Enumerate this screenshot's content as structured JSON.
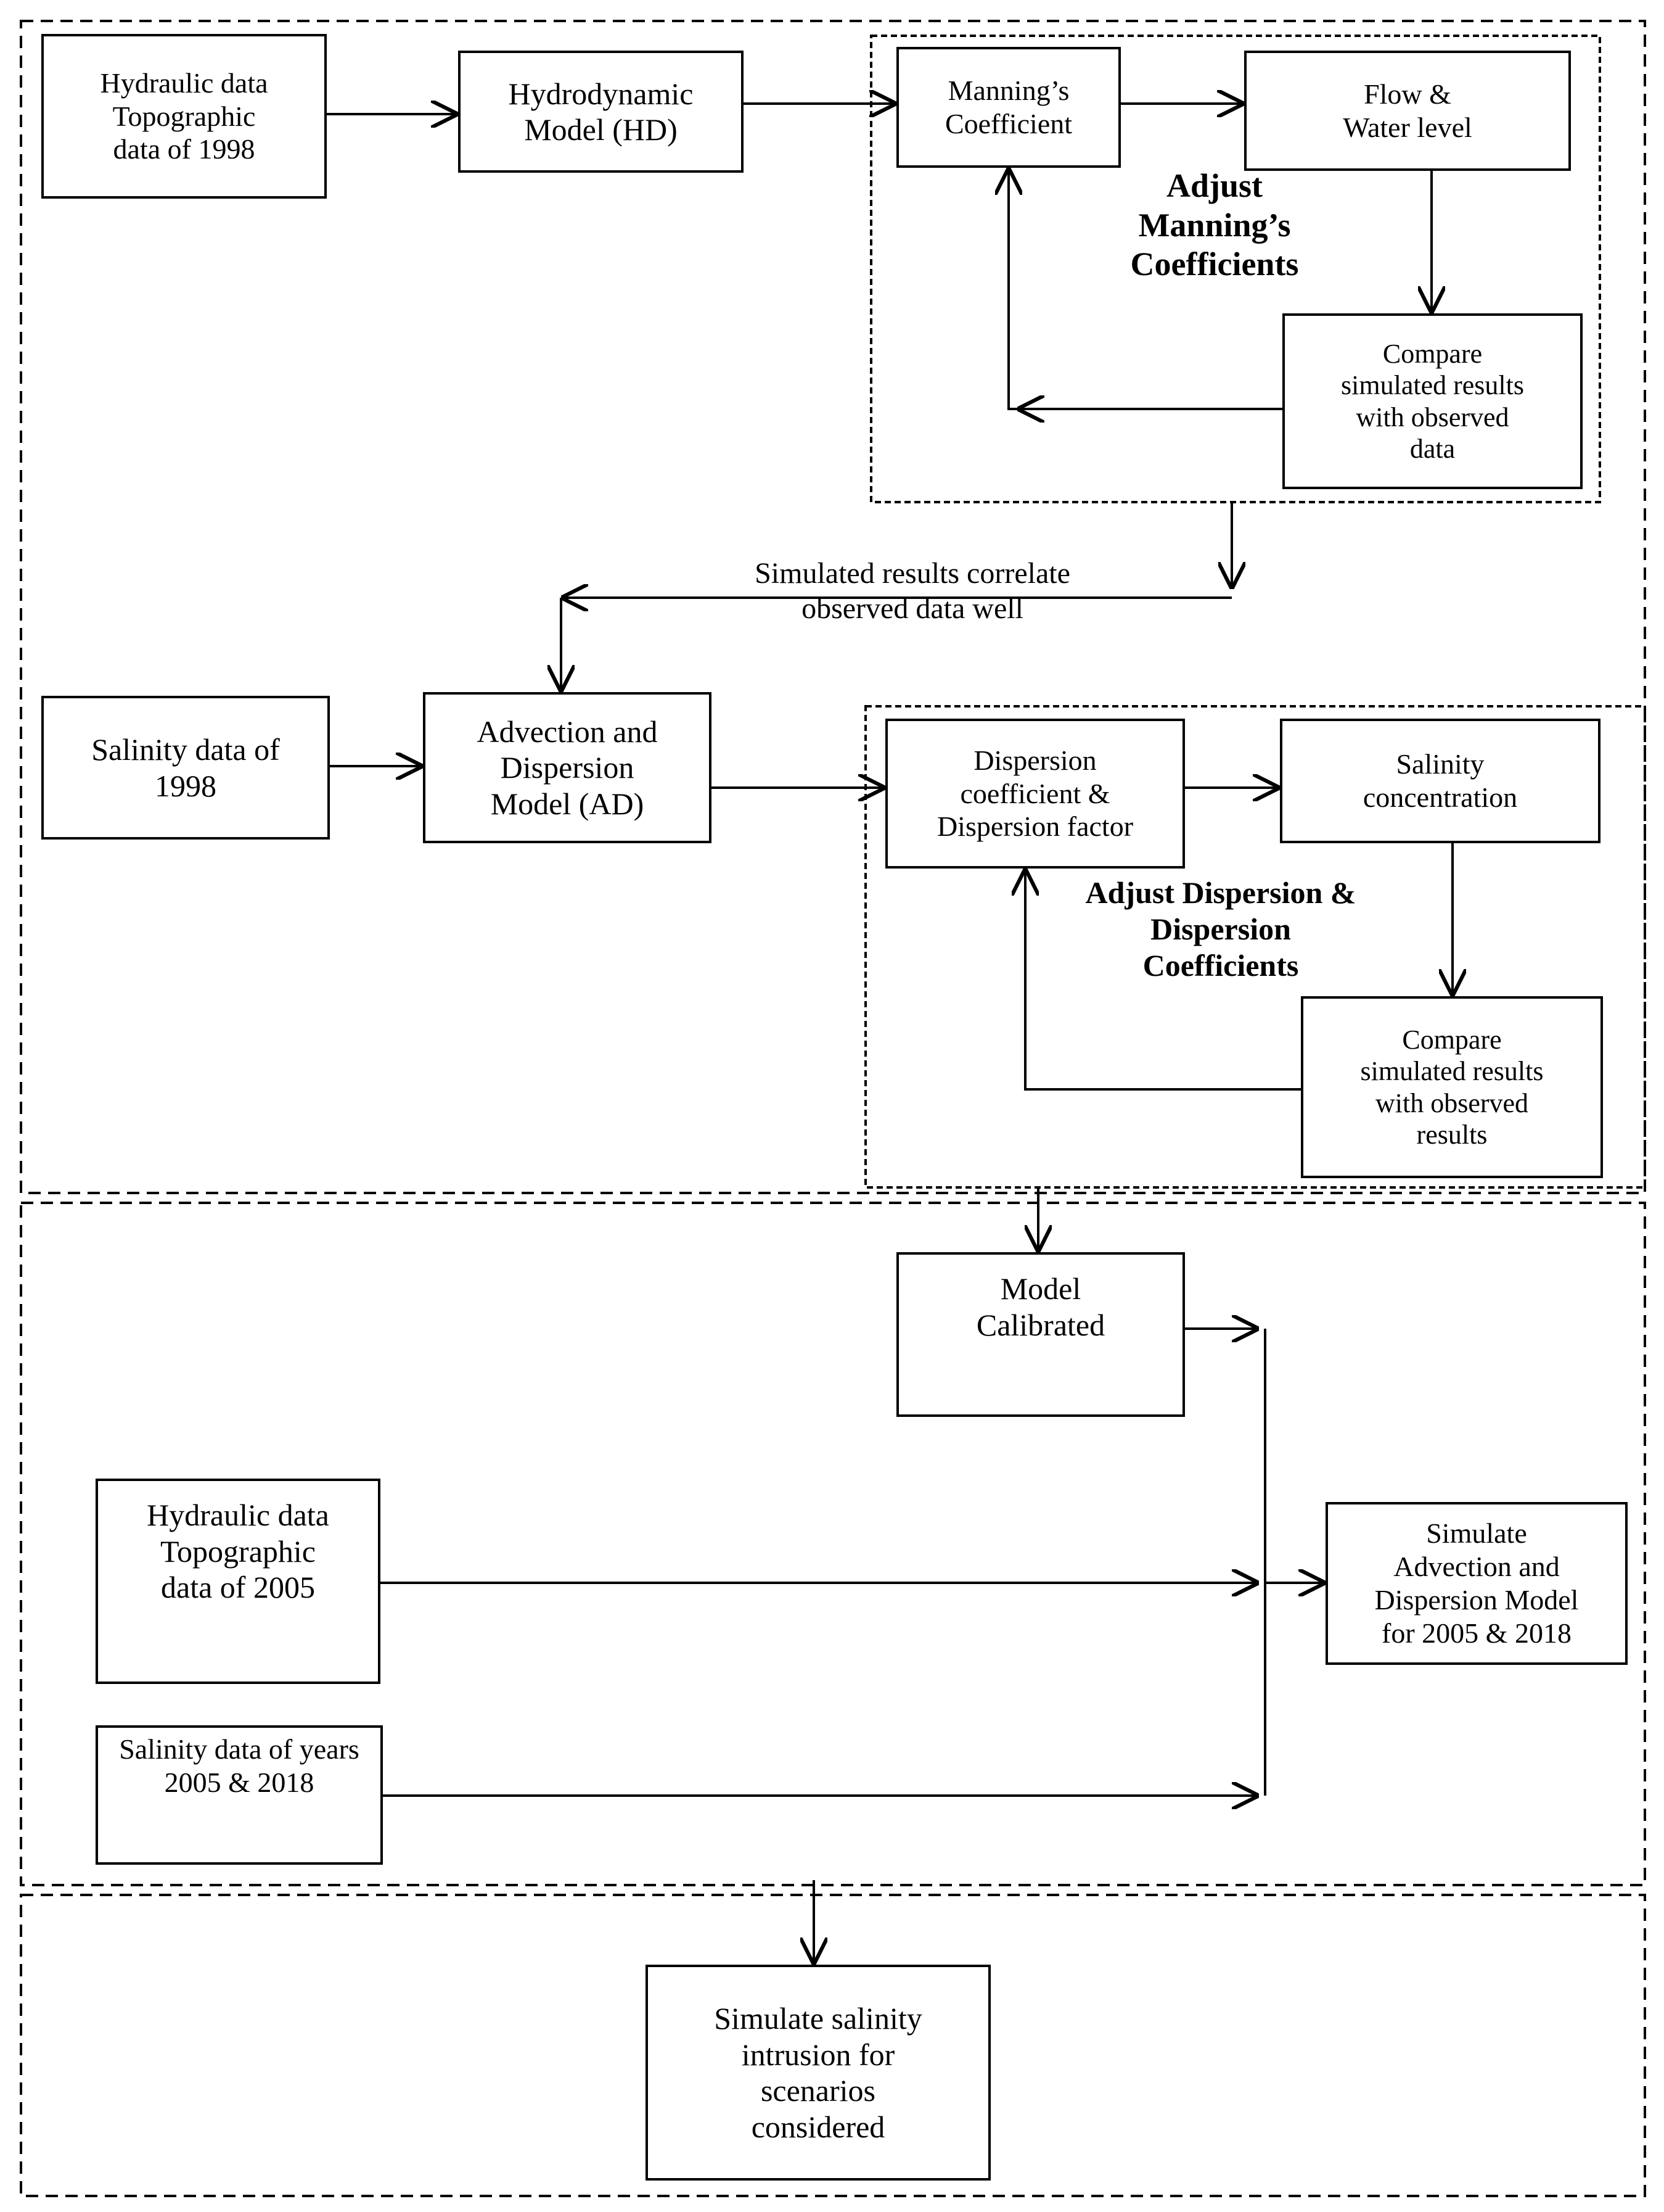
{
  "boxes": {
    "hydraulic_1998": [
      "Hydraulic data",
      "Topographic",
      "data of 1998"
    ],
    "hd_model": [
      "Hydrodynamic",
      "Model (HD)"
    ],
    "mannings_coefficient": [
      "Manning’s",
      "Coefficient"
    ],
    "flow_water_level": [
      "Flow &",
      "Water level"
    ],
    "compare_observed_data": [
      "Compare",
      "simulated results",
      "with observed",
      "data"
    ],
    "salinity_1998": [
      "Salinity data of",
      "1998"
    ],
    "ad_model": [
      "Advection and",
      "Dispersion",
      "Model (AD)"
    ],
    "dispersion_coefficient": [
      "Dispersion",
      "coefficient  &",
      "Dispersion factor"
    ],
    "salinity_concentration": [
      "Salinity",
      "concentration"
    ],
    "compare_observed_results": [
      "Compare",
      "simulated results",
      "with observed",
      "results"
    ],
    "model_calibrated": [
      "Model",
      "Calibrated"
    ],
    "hydraulic_2005": [
      "Hydraulic data",
      "Topographic",
      "data of 2005"
    ],
    "salinity_2005_2018": [
      "Salinity data of years",
      "2005 & 2018"
    ],
    "simulate_ad_2005_2018": [
      "Simulate",
      "Advection and",
      "Dispersion Model",
      "for 2005 & 2018"
    ],
    "simulate_salinity_intrusion": [
      "Simulate salinity",
      "intrusion for",
      "scenarios",
      "considered"
    ]
  },
  "labels": {
    "adjust_mannings": [
      "Adjust",
      "Manning’s",
      "Coefficients"
    ],
    "correlate_note": [
      "Simulated results correlate",
      "observed data well"
    ],
    "adjust_dispersion": [
      "Adjust Dispersion &",
      "Dispersion",
      "Coefficients"
    ]
  }
}
